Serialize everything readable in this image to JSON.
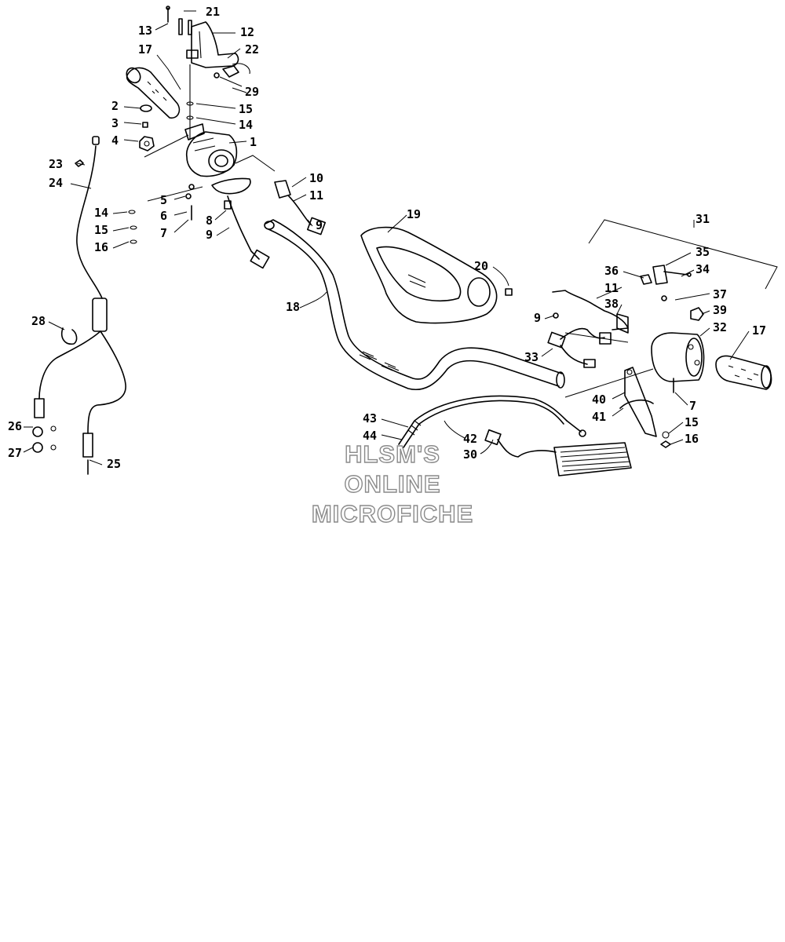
{
  "watermark": {
    "line1": "HLSM'S",
    "line2": "ONLINE",
    "line3": "MICROFICHE"
  },
  "callouts": [
    {
      "id": "c-1",
      "label": "1"
    },
    {
      "id": "c-2",
      "label": "2"
    },
    {
      "id": "c-3",
      "label": "3"
    },
    {
      "id": "c-4",
      "label": "4"
    },
    {
      "id": "c-5",
      "label": "5"
    },
    {
      "id": "c-6",
      "label": "6"
    },
    {
      "id": "c-7a",
      "label": "7"
    },
    {
      "id": "c-7b",
      "label": "7"
    },
    {
      "id": "c-8",
      "label": "8"
    },
    {
      "id": "c-9a",
      "label": "9"
    },
    {
      "id": "c-9b",
      "label": "9"
    },
    {
      "id": "c-9c",
      "label": "9"
    },
    {
      "id": "c-10",
      "label": "10"
    },
    {
      "id": "c-11a",
      "label": "11"
    },
    {
      "id": "c-11b",
      "label": "11"
    },
    {
      "id": "c-12",
      "label": "12"
    },
    {
      "id": "c-13",
      "label": "13"
    },
    {
      "id": "c-14a",
      "label": "14"
    },
    {
      "id": "c-14b",
      "label": "14"
    },
    {
      "id": "c-15a",
      "label": "15"
    },
    {
      "id": "c-15b",
      "label": "15"
    },
    {
      "id": "c-15c",
      "label": "15"
    },
    {
      "id": "c-16a",
      "label": "16"
    },
    {
      "id": "c-16b",
      "label": "16"
    },
    {
      "id": "c-17a",
      "label": "17"
    },
    {
      "id": "c-17b",
      "label": "17"
    },
    {
      "id": "c-18",
      "label": "18"
    },
    {
      "id": "c-19",
      "label": "19"
    },
    {
      "id": "c-20",
      "label": "20"
    },
    {
      "id": "c-21",
      "label": "21"
    },
    {
      "id": "c-22",
      "label": "22"
    },
    {
      "id": "c-23",
      "label": "23"
    },
    {
      "id": "c-24",
      "label": "24"
    },
    {
      "id": "c-25",
      "label": "25"
    },
    {
      "id": "c-26",
      "label": "26"
    },
    {
      "id": "c-27",
      "label": "27"
    },
    {
      "id": "c-28",
      "label": "28"
    },
    {
      "id": "c-29",
      "label": "29"
    },
    {
      "id": "c-30",
      "label": "30"
    },
    {
      "id": "c-31",
      "label": "31"
    },
    {
      "id": "c-32",
      "label": "32"
    },
    {
      "id": "c-33",
      "label": "33"
    },
    {
      "id": "c-34",
      "label": "34"
    },
    {
      "id": "c-35",
      "label": "35"
    },
    {
      "id": "c-36",
      "label": "36"
    },
    {
      "id": "c-37",
      "label": "37"
    },
    {
      "id": "c-38",
      "label": "38"
    },
    {
      "id": "c-39",
      "label": "39"
    },
    {
      "id": "c-40",
      "label": "40"
    },
    {
      "id": "c-41",
      "label": "41"
    },
    {
      "id": "c-42",
      "label": "42"
    },
    {
      "id": "c-43",
      "label": "43"
    },
    {
      "id": "c-44",
      "label": "44"
    }
  ]
}
